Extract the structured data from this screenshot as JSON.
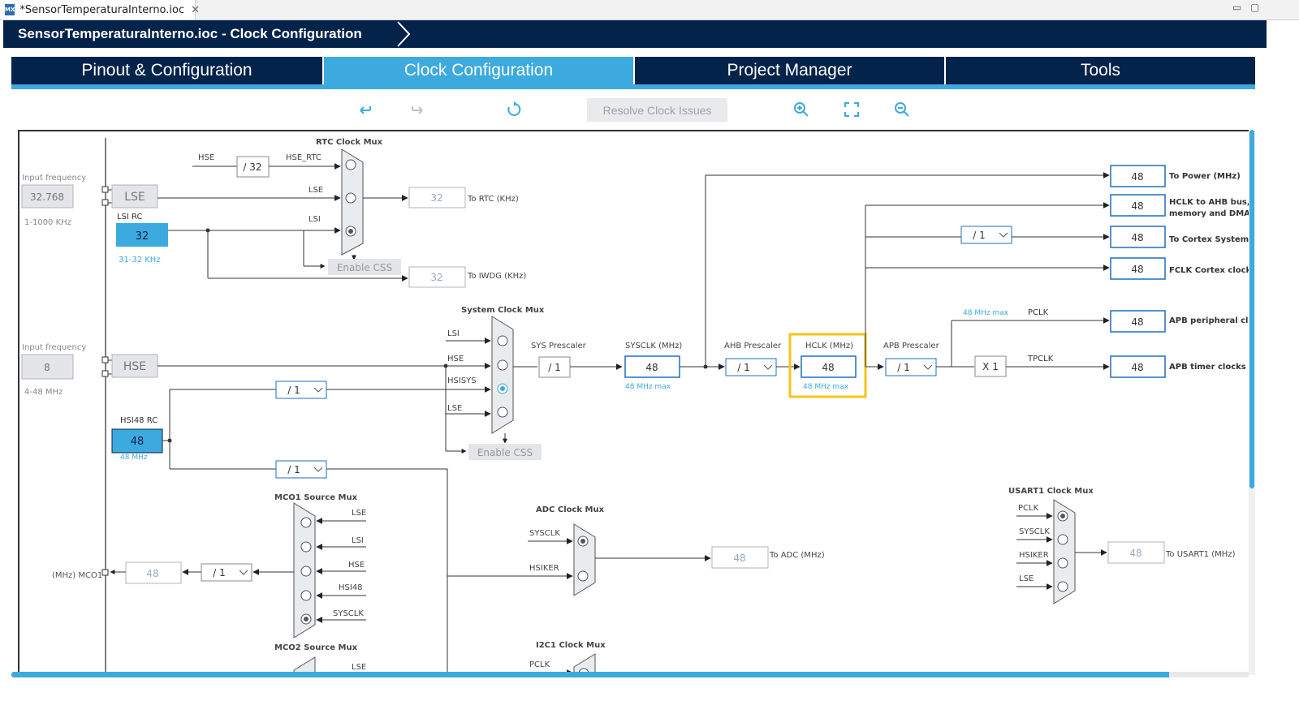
{
  "app": {
    "file_tab": "*SensorTemperaturaInterno.ioc",
    "logo_text": "MX",
    "window_controls": [
      "▭",
      "▢"
    ],
    "breadcrumb": "SensorTemperaturaInterno.ioc - Clock Configuration"
  },
  "nav": {
    "tabs": [
      {
        "label": "Pinout & Configuration",
        "active": false
      },
      {
        "label": "Clock Configuration",
        "active": true
      },
      {
        "label": "Project Manager",
        "active": false
      },
      {
        "label": "Tools",
        "active": false
      }
    ]
  },
  "toolbar": {
    "resolve_label": "Resolve Clock Issues",
    "icons": [
      "undo-icon",
      "redo-icon",
      "reset-icon",
      "zoom-in-icon",
      "fit-icon",
      "zoom-out-icon"
    ]
  },
  "colors": {
    "navy": "#03234b",
    "accent": "#3caade",
    "highlight": "#f5c518",
    "box_blue": "#1e6fc2",
    "gray": "#d9dcdf"
  },
  "diagram": {
    "lse_input": {
      "caption": "Input frequency",
      "value": "32.768",
      "range": "1-1000 KHz",
      "label": "LSE"
    },
    "lsi_rc": {
      "label": "LSI RC",
      "value": "32",
      "range": "31-32 KHz"
    },
    "rtc": {
      "mux_title": "RTC Clock Mux",
      "hse_label": "HSE",
      "div_value": "/ 32",
      "hse_rtc": "HSE_RTC",
      "lse_in": "LSE",
      "lsi_in": "LSI",
      "out_value": "32",
      "out_label": "To RTC (KHz)",
      "css": "Enable CSS"
    },
    "iwdg": {
      "value": "32",
      "label": "To IWDG (KHz)"
    },
    "hse_input": {
      "caption": "Input frequency",
      "value": "8",
      "range": "4-48 MHz",
      "label": "HSE"
    },
    "hsi48": {
      "label": "HSI48 RC",
      "value": "48",
      "range": "48 MHz"
    },
    "sysmux": {
      "title": "System Clock Mux",
      "inputs": [
        "LSI",
        "HSE",
        "HSISYS",
        "LSE"
      ],
      "css": "Enable CSS"
    },
    "hsisys_div": "/ 1",
    "hsiker_div": "/ 1",
    "sys_prescaler": {
      "label": "SYS Prescaler",
      "value": "/ 1"
    },
    "sysclk": {
      "label": "SYSCLK (MHz)",
      "value": "48",
      "max": "48 MHz max"
    },
    "ahb": {
      "label": "AHB Prescaler",
      "value": "/ 1"
    },
    "hclk": {
      "label": "HCLK (MHz)",
      "value": "48",
      "max": "48 MHz max"
    },
    "apb": {
      "label": "APB Prescaler",
      "value": "/ 1"
    },
    "cortex_div": "/ 1",
    "x1": "X 1",
    "pclk_max": "48 MHz max",
    "pclk_label": "PCLK",
    "tpclk_label": "TPCLK",
    "outputs": [
      {
        "value": "48",
        "label": "To Power (MHz)"
      },
      {
        "value": "48",
        "label": "HCLK to AHB bus, c",
        "label2": "memory and DMA (I"
      },
      {
        "value": "48",
        "label": "To Cortex System t"
      },
      {
        "value": "48",
        "label": "FCLK Cortex clock ("
      },
      {
        "value": "48",
        "label": "APB peripheral cloc"
      },
      {
        "value": "48",
        "label": "APB timer clocks (M"
      }
    ],
    "mco1": {
      "title": "MCO1 Source Mux",
      "inputs": [
        "LSE",
        "LSI",
        "HSE",
        "HSI48",
        "SYSCLK"
      ],
      "div": "/ 1",
      "value": "48",
      "label": "(MHz) MCO1"
    },
    "mco2": {
      "title": "MCO2 Source Mux",
      "first_input": "LSE"
    },
    "adc": {
      "title": "ADC Clock Mux",
      "inputs": [
        "SYSCLK",
        "HSIKER"
      ],
      "value": "48",
      "label": "To ADC (MHz)"
    },
    "i2c1": {
      "title": "I2C1 Clock Mux",
      "first_input": "PCLK"
    },
    "usart1": {
      "title": "USART1 Clock Mux",
      "inputs": [
        "PCLK",
        "SYSCLK",
        "HSIKER",
        "LSE"
      ],
      "value": "48",
      "label": "To USART1 (MHz)"
    }
  }
}
